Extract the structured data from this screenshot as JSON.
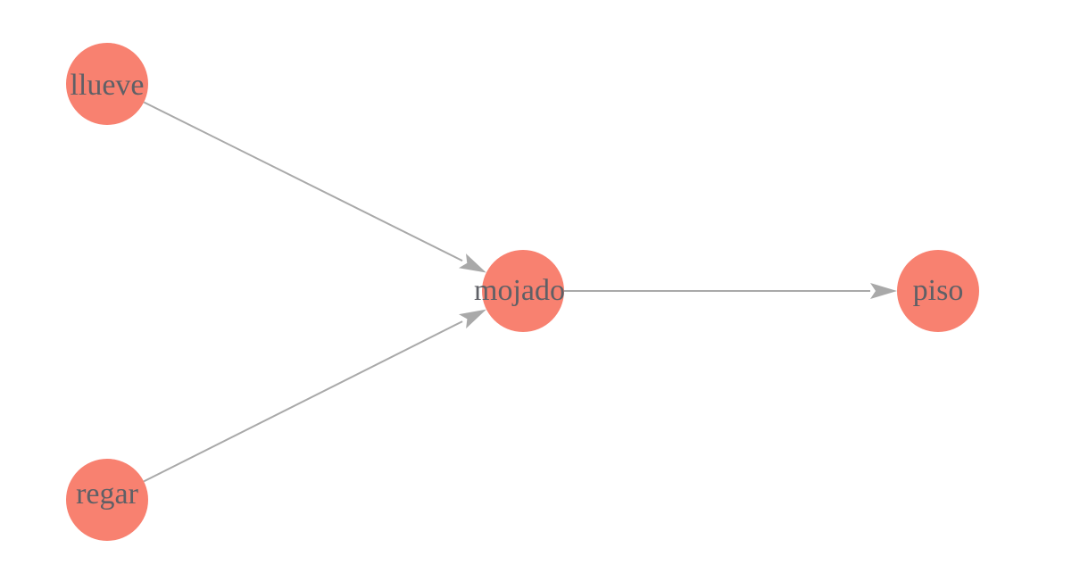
{
  "graph": {
    "type": "directed-graph",
    "colors": {
      "node_fill": "#F88170",
      "edge": "#A9A9A9",
      "label": "#5F6066",
      "background": "#FFFFFF"
    },
    "nodes": [
      {
        "id": "llueve",
        "label": "llueve"
      },
      {
        "id": "regar",
        "label": "regar"
      },
      {
        "id": "mojado",
        "label": "mojado"
      },
      {
        "id": "piso",
        "label": "piso"
      }
    ],
    "edges": [
      {
        "from": "llueve",
        "to": "mojado"
      },
      {
        "from": "regar",
        "to": "mojado"
      },
      {
        "from": "mojado",
        "to": "piso"
      }
    ]
  }
}
